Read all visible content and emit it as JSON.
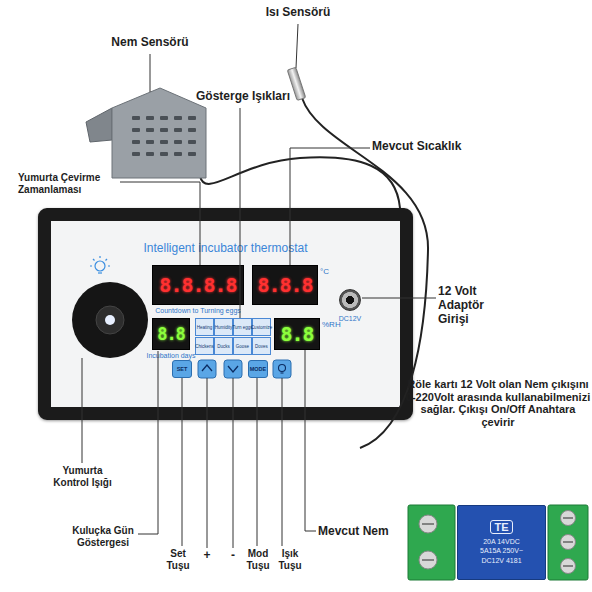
{
  "diagram": {
    "nodes": [
      {
        "text": [
          "Intelligent incubator thermostat"
        ]
      },
      {
        "text": [
          "8.8.8.8",
          "Countdown to Turning eggs"
        ],
        "in": 0
      },
      {
        "text": [
          "8.8.8",
          "°C"
        ],
        "in": 0
      },
      {
        "text": [
          "8.8",
          "Incubation days"
        ],
        "in": 0
      },
      {
        "text": [
          "Heating"
        ],
        "in": 0
      },
      {
        "text": [
          "Humidity"
        ],
        "in": 0
      },
      {
        "text": [
          "Turn eggs"
        ],
        "in": 0
      },
      {
        "text": [
          "Customize"
        ],
        "in": 0
      },
      {
        "text": [
          "Chickens"
        ],
        "in": 0
      },
      {
        "text": [
          "Ducks"
        ],
        "in": 0
      },
      {
        "text": [
          "Goose"
        ],
        "in": 0
      },
      {
        "text": [
          "Doves"
        ],
        "in": 0
      },
      {
        "text": [
          "8.8",
          "%RH"
        ],
        "in": 0
      },
      {
        "text": [
          "DC12V"
        ],
        "in": 0
      },
      {
        "text": [
          "SET"
        ],
        "in": 0
      },
      {
        "text": [
          "MODE"
        ],
        "in": 0
      },
      {
        "text": [
          "TE",
          "20A 14VDC",
          "5A15A 250V~",
          "DC12V 4181"
        ]
      }
    ],
    "labels": [
      "Nem Sensörü",
      "Isı Sensörü",
      "Gösterge Işıkları",
      "Mevcut Sıcaklık",
      "Yumurta Çevirme Zamanlaması",
      "12 Volt Adaptör Girişi",
      "Röle kartı 12 Volt olan Nem çıkışını 0-220Volt arasında kullanabilmenizi sağlar. Çıkışı On/Off Anahtara çevirir",
      "Yumurta Kontrol Işığı",
      "Kuluçka Gün Göstergesi",
      "Set Tuşu",
      "+",
      "-",
      "Mod Tuşu",
      "Işık Tuşu",
      "Mevcut Nem"
    ]
  }
}
